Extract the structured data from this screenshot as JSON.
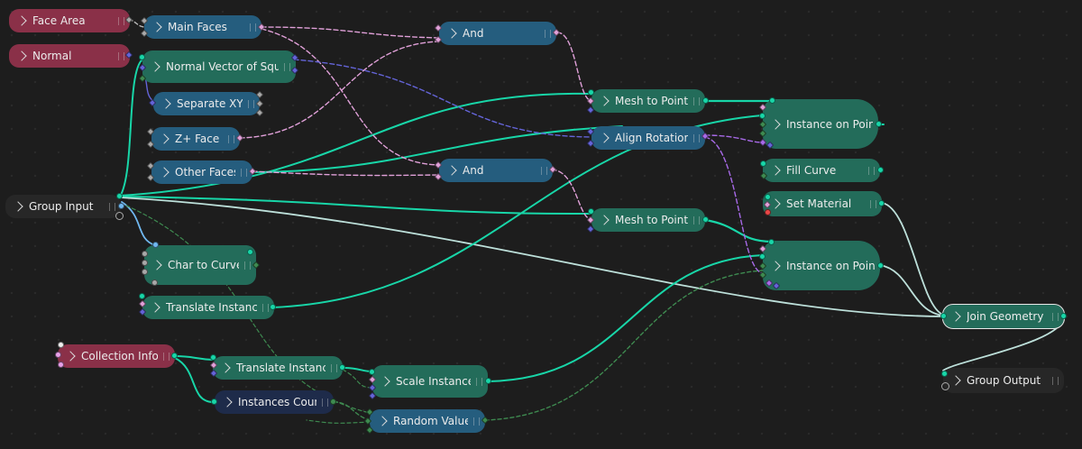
{
  "editor": "Geometry Node Editor",
  "colors": {
    "geometry_link": "#18d6a8",
    "boolean_link": "#e0a0d8",
    "vector_link": "#6464d8",
    "float_link": "#a8a8a8",
    "integer_link": "#3e8a50",
    "node_teal": "#236c5a",
    "node_blue": "#255d7e",
    "node_red": "#8a3048",
    "node_navy": "#1e2b4a",
    "node_dark": "#272727"
  },
  "nodes": {
    "face_area": {
      "label": "Face Area"
    },
    "normal": {
      "label": "Normal"
    },
    "main_faces": {
      "label": "Main Faces"
    },
    "normal_vector_squares": {
      "label": "Normal Vector of Squares"
    },
    "separate_xyz": {
      "label": "Separate XYZ"
    },
    "z_face": {
      "label": "Z+ Face"
    },
    "other_faces": {
      "label": "Other Faces"
    },
    "and_1": {
      "label": "And"
    },
    "and_2": {
      "label": "And"
    },
    "mesh_to_points_1": {
      "label": "Mesh to Points"
    },
    "align_rotation": {
      "label": "Align Rotation to ..."
    },
    "mesh_to_points_2": {
      "label": "Mesh to Points"
    },
    "instance_on_points_1": {
      "label": "Instance on Points"
    },
    "fill_curve": {
      "label": "Fill Curve"
    },
    "set_material": {
      "label": "Set Material"
    },
    "instance_on_points_2": {
      "label": "Instance on Points"
    },
    "group_input": {
      "label": "Group Input"
    },
    "char_to_curve": {
      "label": "Char to Curve"
    },
    "translate_instances_1": {
      "label": "Translate Instances"
    },
    "collection_info": {
      "label": "Collection Info"
    },
    "translate_instances_2": {
      "label": "Translate Instances"
    },
    "instances_count": {
      "label": "Instances Count"
    },
    "scale_instances": {
      "label": "Scale Instances"
    },
    "random_value": {
      "label": "Random Value"
    },
    "join_geometry": {
      "label": "Join Geometry"
    },
    "group_output": {
      "label": "Group Output"
    }
  }
}
